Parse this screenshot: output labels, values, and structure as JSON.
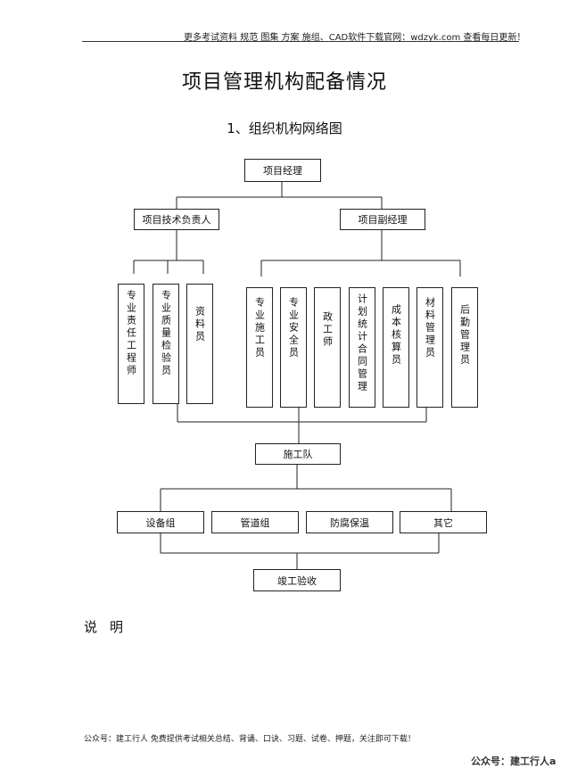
{
  "header": {
    "text": "更多考试资料 规范 图集 方案 施组、CAD软件下载官网：wdzyk.com 查看每日更新！"
  },
  "title": "项目管理机构配备情况",
  "subtitle": "1、组织机构网络图",
  "org_chart": {
    "root": "项目经理",
    "level2": {
      "left": "项目技术负责人",
      "right": "项目副经理"
    },
    "left_children": [
      "专业责任工程师",
      "专业质量检验员",
      "资料员"
    ],
    "right_children": [
      "专业施工员",
      "专业安全员",
      "政工师",
      "计划统计合同管理",
      "成本核算员",
      "材料管理员",
      "后勤管理员"
    ],
    "team": "施工队",
    "groups": [
      "设备组",
      "管道组",
      "防腐保温",
      "其它"
    ],
    "final": "竣工验收"
  },
  "explain_label": "说明",
  "footer": {
    "left": "公众号：建工行人 免费提供考试相关总结、背诵、口诀、习题、试卷、押题，关注即可下载！",
    "right": "公众号：建工行人a"
  }
}
